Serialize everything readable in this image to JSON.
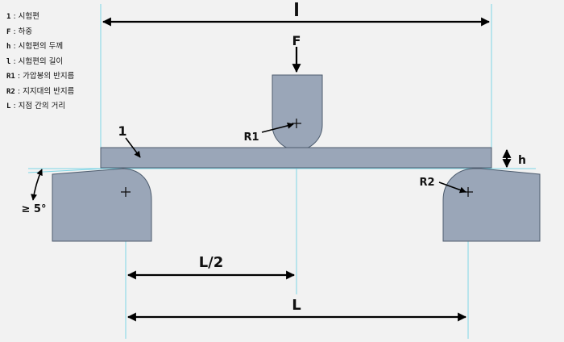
{
  "legend": [
    {
      "symbol": "1",
      "text": "시험편"
    },
    {
      "symbol": "F",
      "text": "하중"
    },
    {
      "symbol": "h",
      "text": "시험편의 두께"
    },
    {
      "symbol": "l",
      "text": "시험편의 길이"
    },
    {
      "symbol": "R1",
      "text": "가압봉의 반지름"
    },
    {
      "symbol": "R2",
      "text": "지지대의 반지름"
    },
    {
      "symbol": "L",
      "text": "지점 간의 거리"
    }
  ],
  "labels": {
    "length": "l",
    "force": "F",
    "specimen": "1",
    "r1": "R1",
    "r2": "R2",
    "thickness": "h",
    "angle": "≥ 5°",
    "half_span": "L/2",
    "span": "L"
  },
  "colors": {
    "background": "#f2f2f2",
    "part_fill": "#9aa6b8",
    "part_stroke": "#4d5c6e",
    "guide_line": "#7fd6e6"
  }
}
